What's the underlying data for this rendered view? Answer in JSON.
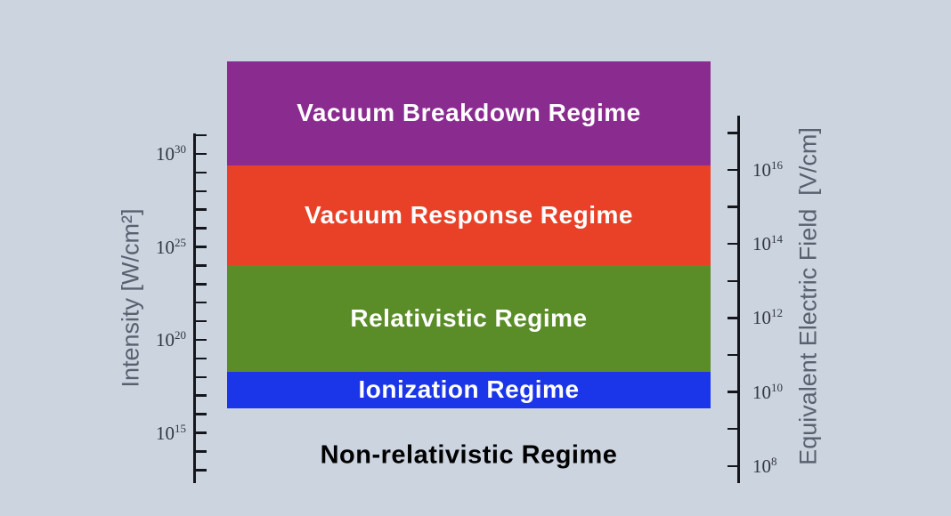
{
  "colors": {
    "background": "#ccd4e0",
    "axis_line": "#14161c",
    "tick_label": "#303742",
    "axis_title": "#59606e",
    "band_purple": "#8A2B8F",
    "band_red": "#E84128",
    "band_green": "#5A8C28",
    "band_blue": "#1A36E8",
    "band_text": "#ffffff",
    "floor_text": "#000000"
  },
  "chart_data": {
    "type": "bar",
    "subtype": "stacked-horizontal-regime-bands",
    "description": "Laser intensity regimes on a vertical log scale with equivalent electric field scale",
    "grid": false,
    "legend": false,
    "bands": [
      {
        "label": "Vacuum Breakdown Regime",
        "name": "vacuum-breakdown",
        "color": "#8A2B8F",
        "text_color": "#ffffff",
        "log10_intensity_min": 29.4,
        "log10_intensity_max": 35.0,
        "intensity_range_W_cm2": "~1e29 W/cm^2 up to top of plot"
      },
      {
        "label": "Vacuum Response Regime",
        "name": "vacuum-response",
        "color": "#E84128",
        "text_color": "#ffffff",
        "log10_intensity_min": 24.0,
        "log10_intensity_max": 29.4,
        "intensity_range_W_cm2": "~1e24 to ~1e29 W/cm^2"
      },
      {
        "label": "Relativistic Regime",
        "name": "relativistic",
        "color": "#5A8C28",
        "text_color": "#ffffff",
        "log10_intensity_min": 18.3,
        "log10_intensity_max": 24.0,
        "intensity_range_W_cm2": "~1e18 to ~1e24 W/cm^2"
      },
      {
        "label": "Ionization Regime",
        "name": "ionization",
        "color": "#1A36E8",
        "text_color": "#ffffff",
        "log10_intensity_min": 16.3,
        "log10_intensity_max": 18.3,
        "intensity_range_W_cm2": "~1e16 to ~1e18 W/cm^2"
      }
    ],
    "floor_label": {
      "label": "Non-relativistic Regime",
      "text_color": "#000000",
      "log10_intensity_center": 13.8,
      "intensity_range_W_cm2": "below ~1e16 W/cm^2"
    },
    "left_axis": {
      "title": "Intensity [W/cm²]",
      "unit": "W/cm²",
      "scale": "log10",
      "tick_label_base": "10",
      "tick_decades": [
        31,
        30,
        29,
        28,
        27,
        26,
        25,
        24,
        23,
        22,
        21,
        20,
        19,
        18,
        17,
        16,
        15,
        14,
        13
      ],
      "labeled_decades": [
        30,
        25,
        20,
        15
      ],
      "range_log10": [
        13,
        31
      ]
    },
    "right_axis": {
      "title": "Equivalent Electric Field  [V/cm]",
      "unit": "V/cm",
      "scale": "log10",
      "tick_label_base": "10",
      "tick_decades": [
        17,
        16,
        15,
        14,
        13,
        12,
        11,
        10,
        9,
        8
      ],
      "labeled_decades": [
        16,
        14,
        12,
        10,
        8
      ],
      "range_log10": [
        8,
        17
      ]
    }
  }
}
